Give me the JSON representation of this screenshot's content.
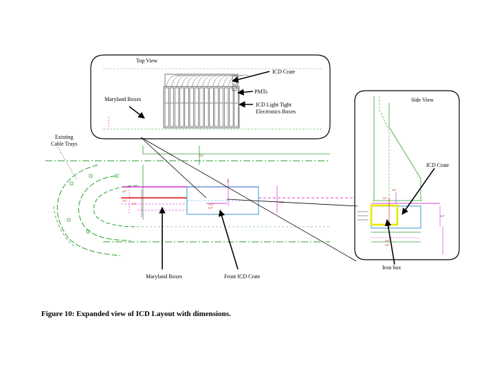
{
  "labels": {
    "top_view": "Top View",
    "icd_crate_top": "ICD Crate",
    "pmts": "PMTs",
    "maryland_boxes_top": "Maryland Boxes",
    "light_tight_line1": "ICD Light Tight",
    "light_tight_line2": "Electronics  Boxes",
    "side_view": "Side View",
    "existing_line1": "Existing",
    "existing_line2": "Cable Trays",
    "icd_crate_side": "ICD Crate",
    "iron_box": "Iron box",
    "maryland_boxes_bottom": "Maryland Boxes",
    "front_icd_crate": "Front ICD Crate"
  },
  "caption": "Figure 10:  Expanded view of ICD Layout with dimensions.",
  "colors": {
    "green": "#2a9d2a",
    "magenta": "#cc00cc",
    "red": "#dd0000",
    "blue": "#3399cc",
    "yellow": "#e8e800",
    "gray": "#9a9a9a"
  }
}
